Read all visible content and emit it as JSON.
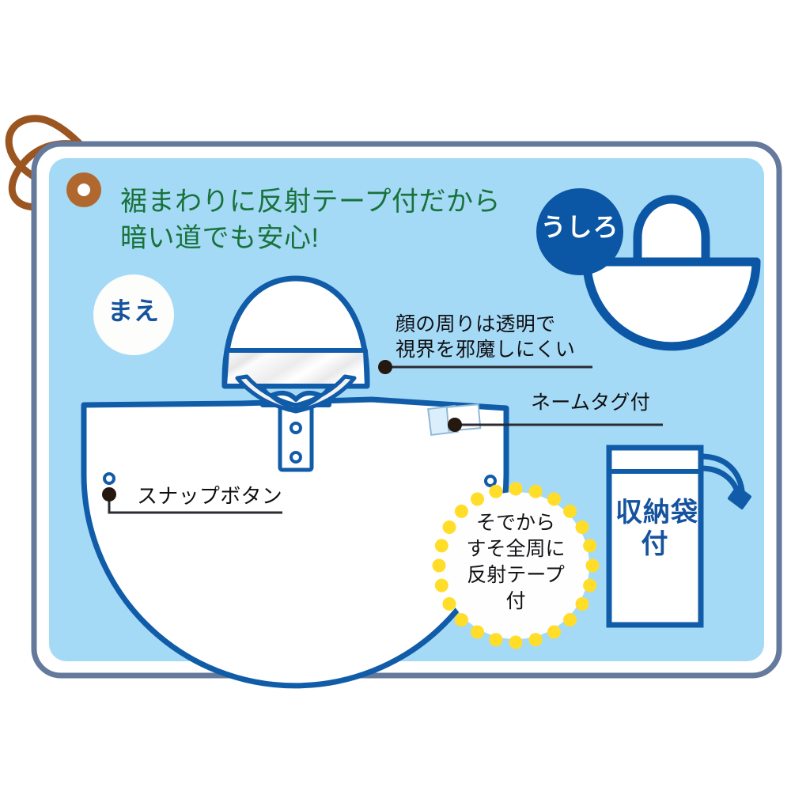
{
  "card": {
    "border_color": "#64799c",
    "bg_color": "#a5daf6",
    "inner_margin_color": "#ffffff"
  },
  "tag": {
    "cord_color": "#9b5520",
    "grommet_color": "#b0682e",
    "grommet_hole_color": "#ffffff",
    "name": "hang-tag-cord"
  },
  "headline": {
    "line1": "裾まわりに反射テープ付だから",
    "line2": "暗い道でも安心!",
    "color": "#17723b"
  },
  "badges": {
    "front": {
      "label": "まえ",
      "text_color": "#15539e",
      "bg_color": "#fdfdfb"
    },
    "back": {
      "label": "うしろ",
      "text_color": "#ffffff",
      "bg_color": "#0c57a5"
    }
  },
  "callouts": [
    {
      "id": "face-transparent",
      "line1": "顔の周りは透明で",
      "line2": "視界を邪魔しにくい"
    },
    {
      "id": "name-tag",
      "line1": "ネームタグ付"
    },
    {
      "id": "snap-button",
      "line1": "スナップボタン"
    }
  ],
  "reflective_badge": {
    "lines": [
      "そでから",
      "すそ全周に",
      "反射テープ",
      "付"
    ],
    "dot_color": "#ffdd28",
    "bg_color": "#fefefe",
    "dot_count": 24
  },
  "storage_bag": {
    "line1": "収納袋",
    "line2": "付",
    "text_color": "#15539e",
    "outline_color": "#115ca8"
  },
  "illustration": {
    "poncho_outline_color": "#115ca8",
    "poncho_fill_color": "#ffffff",
    "transparent_band_color": "#f0f0f0",
    "leader_line_color": "#2b2b33",
    "leader_dot_color": "#241810"
  }
}
